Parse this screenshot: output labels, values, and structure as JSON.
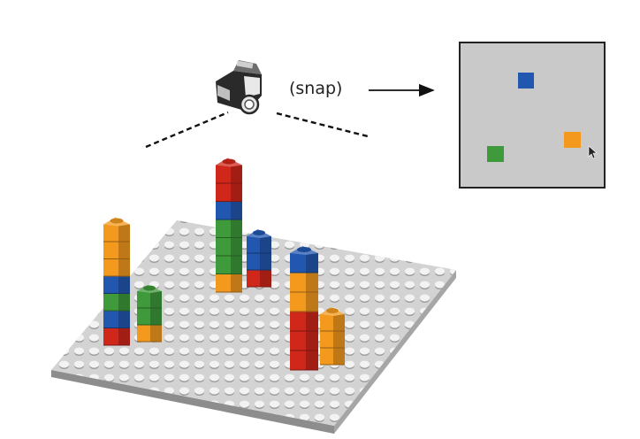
{
  "caption": "(snap)",
  "colors": {
    "red": "#d0271b",
    "blue": "#2257b0",
    "green": "#3e9a3a",
    "orange": "#f39a1e",
    "baseplate": "#d3d3d3",
    "snapshot_bg": "#c9c9c9",
    "snapshot_border": "#222222"
  },
  "icons": {
    "camera": "camera-icon",
    "arrow": "arrow-right-icon",
    "cursor": "mouse-cursor-icon"
  },
  "towers": [
    {
      "name": "left-tall",
      "bricks": [
        "red",
        "blue",
        "green",
        "blue",
        "orange",
        "orange",
        "orange"
      ]
    },
    {
      "name": "left-short",
      "bricks": [
        "orange",
        "green",
        "green"
      ]
    },
    {
      "name": "center-tall",
      "bricks": [
        "orange",
        "green",
        "green",
        "green",
        "blue",
        "red",
        "red"
      ]
    },
    {
      "name": "center-short",
      "bricks": [
        "red",
        "blue",
        "blue"
      ]
    },
    {
      "name": "right-tall",
      "bricks": [
        "red",
        "red",
        "red",
        "orange",
        "orange",
        "blue"
      ]
    },
    {
      "name": "right-short",
      "bricks": [
        "orange",
        "orange",
        "orange"
      ]
    }
  ],
  "snapshot_squares": [
    "blue",
    "green",
    "orange"
  ]
}
